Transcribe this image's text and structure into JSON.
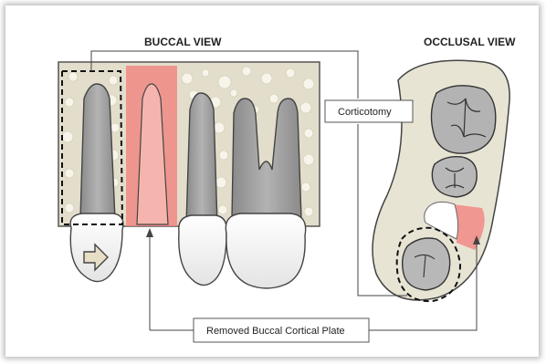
{
  "titles": {
    "buccal": "BUCCAL VIEW",
    "occlusal": "OCCLUSAL VIEW"
  },
  "callouts": {
    "corticotomy": "Corticotomy",
    "removed_plate": "Removed Buccal Cortical Plate"
  },
  "colors": {
    "bone": "#e3decb",
    "tooth": "#9a9a9a",
    "crown": "#f2f2f2",
    "removed_plate": "#f08a84",
    "outline": "#333333"
  }
}
